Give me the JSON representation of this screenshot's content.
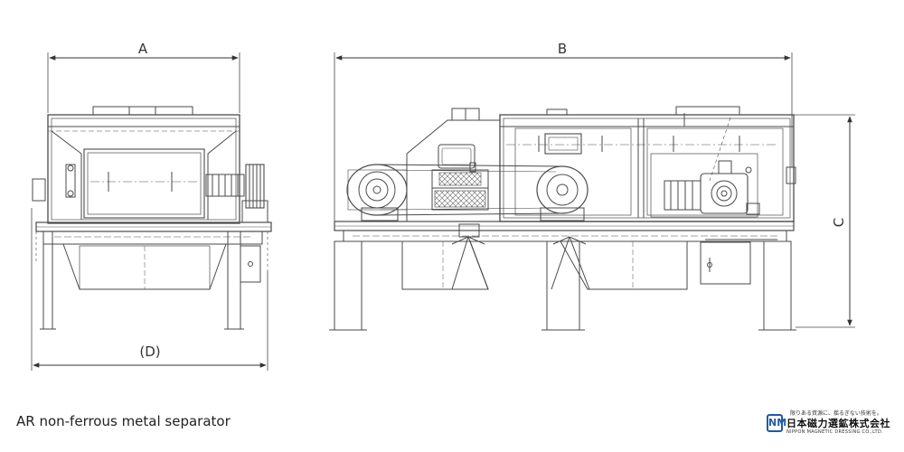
{
  "dimensions": {
    "a": "A",
    "b": "B",
    "c": "C",
    "d": "(D)"
  },
  "caption": "AR non-ferrous metal separator",
  "logo": {
    "mark": "NM",
    "tagline": "限りある資源に、揺るぎない技術を。",
    "name": "日本磁力選鉱株式会社",
    "sub": "NIPPON MAGNETIC DRESSING CO.,LTD."
  },
  "colors": {
    "line": "#4a4a4a",
    "logo_blue": "#1f5aa6"
  }
}
